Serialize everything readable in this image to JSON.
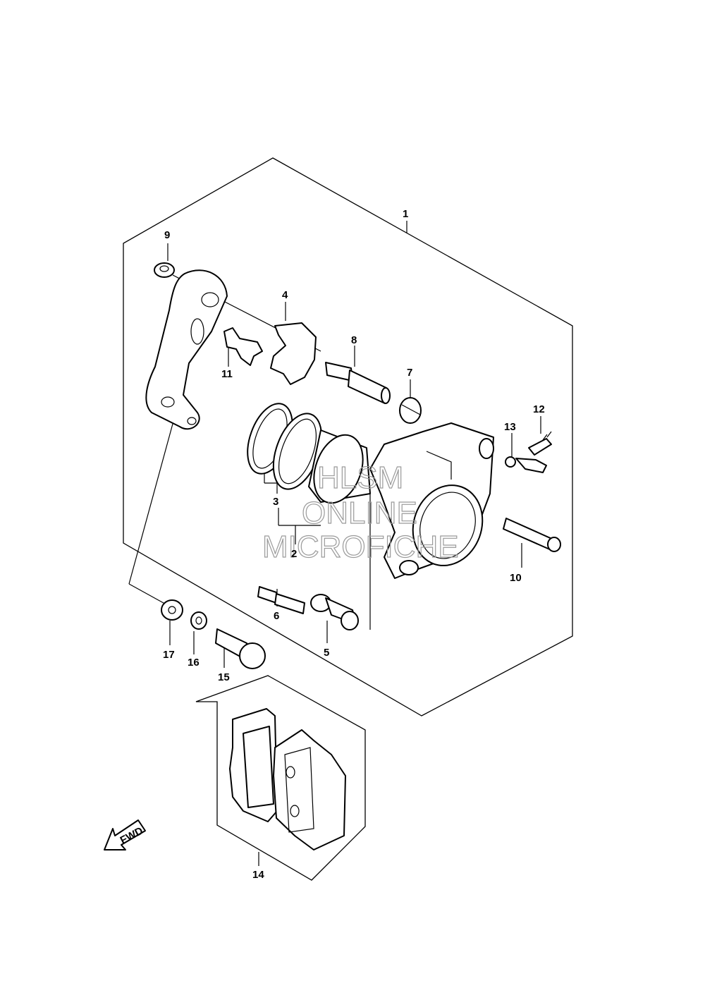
{
  "callouts": [
    {
      "id": "1",
      "label": "1"
    },
    {
      "id": "2",
      "label": "2"
    },
    {
      "id": "3",
      "label": "3"
    },
    {
      "id": "4",
      "label": "4"
    },
    {
      "id": "5",
      "label": "5"
    },
    {
      "id": "6",
      "label": "6"
    },
    {
      "id": "7",
      "label": "7"
    },
    {
      "id": "8",
      "label": "8"
    },
    {
      "id": "9",
      "label": "9"
    },
    {
      "id": "10",
      "label": "10"
    },
    {
      "id": "11",
      "label": "11"
    },
    {
      "id": "12",
      "label": "12"
    },
    {
      "id": "13",
      "label": "13"
    },
    {
      "id": "14",
      "label": "14"
    },
    {
      "id": "15",
      "label": "15"
    },
    {
      "id": "16",
      "label": "16"
    },
    {
      "id": "17",
      "label": "17"
    }
  ],
  "watermark": {
    "line1": "HLSM",
    "line2": "ONLINE",
    "line3": "MICROFICHE"
  },
  "direction_arrow": {
    "label": "FWD"
  }
}
